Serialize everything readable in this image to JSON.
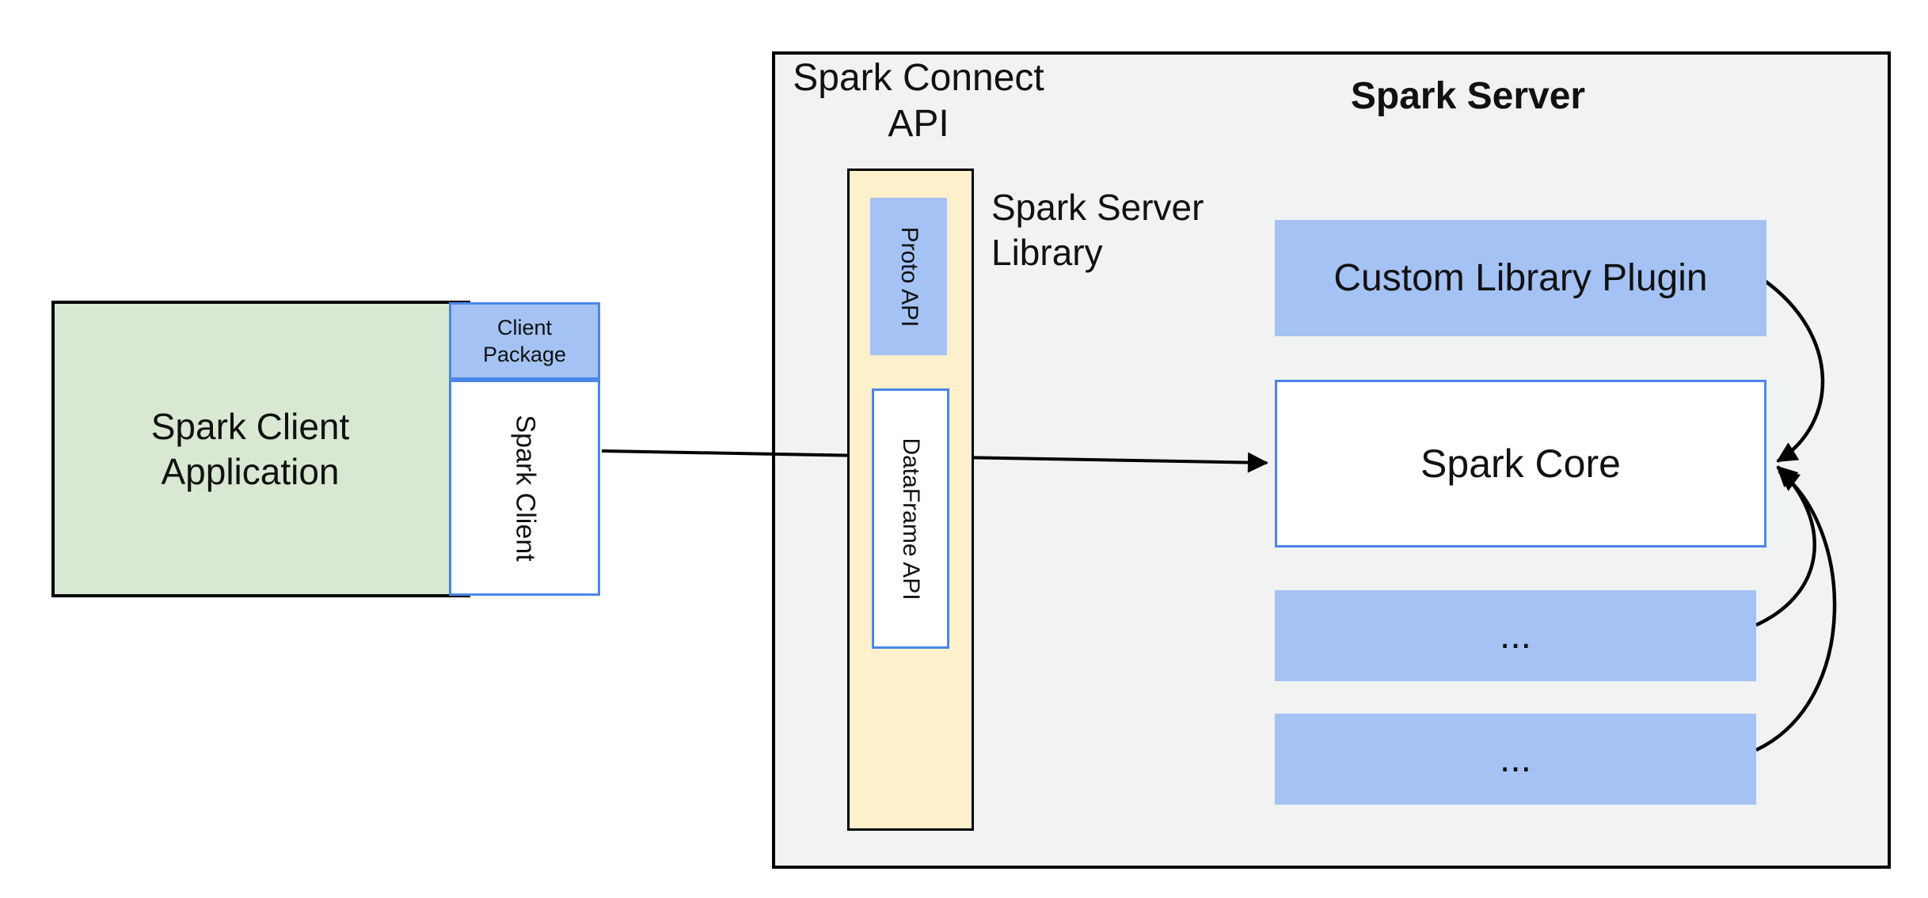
{
  "client_app": {
    "line1": "Spark Client",
    "line2": "Application"
  },
  "client_package": {
    "line1": "Client",
    "line2": "Package"
  },
  "spark_client": {
    "label": "Spark Client"
  },
  "connect_api": {
    "title_line1": "Spark Connect",
    "title_line2": "API"
  },
  "proto_api": {
    "label": "Proto API"
  },
  "dataframe_api": {
    "label": "DataFrame API"
  },
  "server_library": {
    "line1": "Spark Server",
    "line2": "Library"
  },
  "server": {
    "title": "Spark Server"
  },
  "plugin": {
    "label": "Custom Library Plugin"
  },
  "core": {
    "label": "Spark Core"
  },
  "ellipsis_box_1": {
    "label": "..."
  },
  "ellipsis_box_2": {
    "label": "..."
  },
  "colors": {
    "client_app_fill": "#d9e8d3",
    "accent_blue_fill": "#a4c2f4",
    "blue_border": "#4a86e8",
    "library_fill": "#fef0cb",
    "server_fill": "#f1f2f2",
    "line_black": "#000000"
  }
}
